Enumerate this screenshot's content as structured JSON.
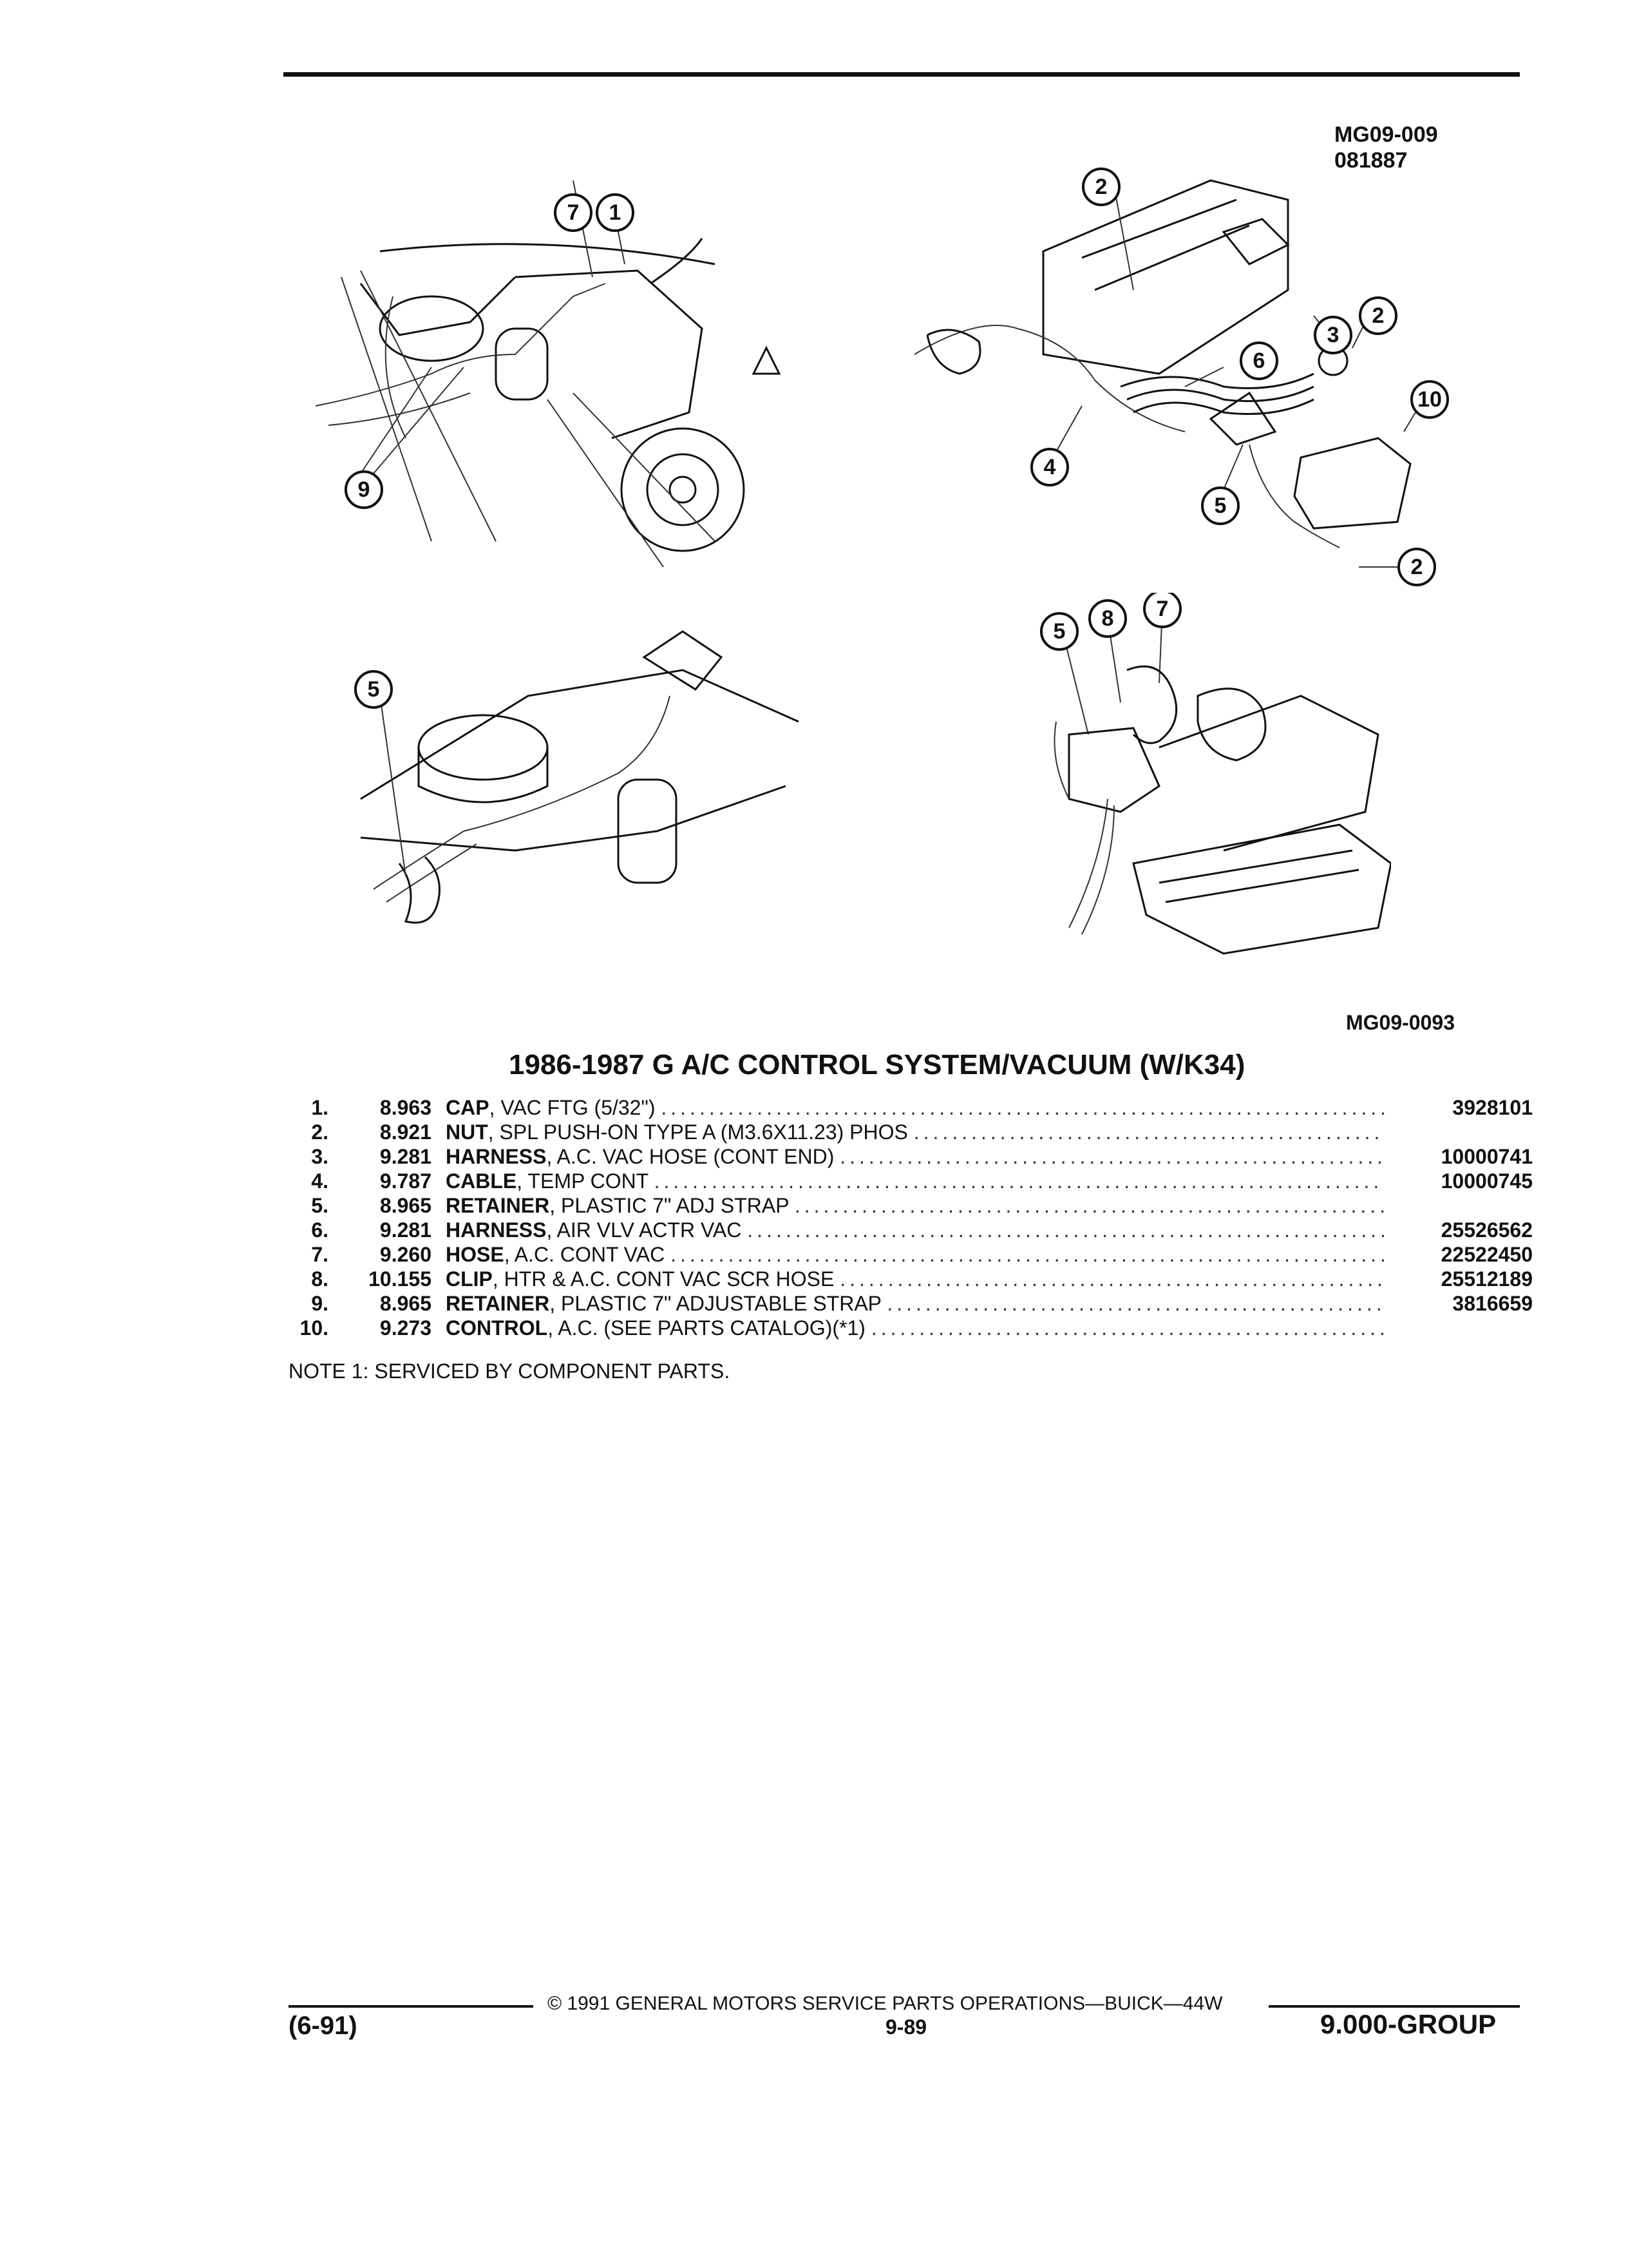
{
  "header": {
    "ref_top": "MG09-009",
    "ref_date": "081887",
    "ref_bottom": "MG09-0093"
  },
  "illustration_callouts": {
    "engine_left": [
      "7",
      "1",
      "9"
    ],
    "dash_harness": [
      "2",
      "2",
      "3",
      "6",
      "10",
      "4",
      "5",
      "2"
    ],
    "engine_bottom_left": [
      "5"
    ],
    "engine_bottom_right": [
      "5",
      "8",
      "7"
    ]
  },
  "title": "1986-1987 G A/C CONTROL SYSTEM/VACUUM (W/K34)",
  "parts": [
    {
      "num": "1.",
      "group": "8.963",
      "name": "CAP",
      "desc": ", VAC FTG (5/32\")",
      "part": "3928101"
    },
    {
      "num": "2.",
      "group": "8.921",
      "name": "NUT",
      "desc": ", SPL PUSH-ON TYPE A (M3.6X11.23) PHOS",
      "part": ""
    },
    {
      "num": "3.",
      "group": "9.281",
      "name": "HARNESS",
      "desc": ", A.C. VAC HOSE (CONT END)",
      "part": "10000741"
    },
    {
      "num": "4.",
      "group": "9.787",
      "name": "CABLE",
      "desc": ", TEMP CONT",
      "part": "10000745"
    },
    {
      "num": "5.",
      "group": "8.965",
      "name": "RETAINER",
      "desc": ", PLASTIC 7\" ADJ STRAP",
      "part": ""
    },
    {
      "num": "6.",
      "group": "9.281",
      "name": "HARNESS",
      "desc": ", AIR VLV ACTR VAC",
      "part": "25526562"
    },
    {
      "num": "7.",
      "group": "9.260",
      "name": "HOSE",
      "desc": ", A.C. CONT VAC",
      "part": "22522450"
    },
    {
      "num": "8.",
      "group": "10.155",
      "name": "CLIP",
      "desc": ", HTR & A.C. CONT VAC SCR HOSE",
      "part": "25512189"
    },
    {
      "num": "9.",
      "group": "8.965",
      "name": "RETAINER",
      "desc": ", PLASTIC 7\" ADJUSTABLE STRAP",
      "part": "3816659"
    },
    {
      "num": "10.",
      "group": "9.273",
      "name": "CONTROL",
      "desc": ", A.C. (SEE PARTS CATALOG)(*1)",
      "part": ""
    }
  ],
  "note": "NOTE  1:  SERVICED BY COMPONENT PARTS.",
  "footer": {
    "copyright": "© 1991 GENERAL MOTORS SERVICE PARTS OPERATIONS—BUICK—44W",
    "date": "(6-91)",
    "page": "9-89",
    "group": "9.000-GROUP"
  }
}
